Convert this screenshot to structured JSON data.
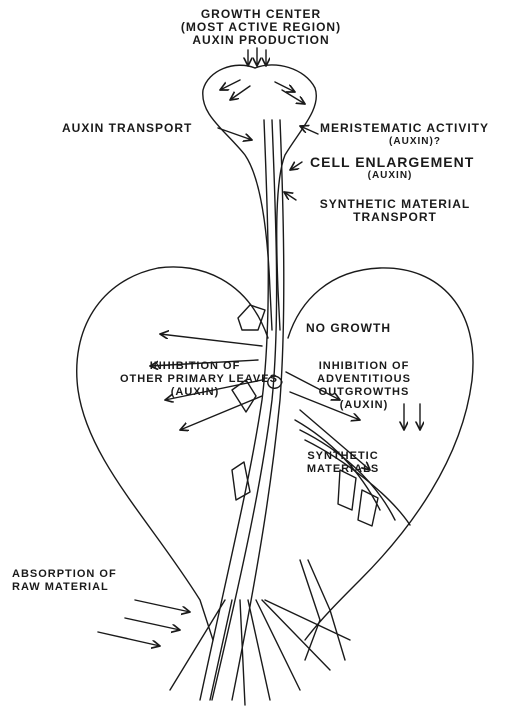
{
  "labels": {
    "growth_center": [
      "GROWTH CENTER",
      "(MOST ACTIVE REGION)",
      "AUXIN PRODUCTION"
    ],
    "auxin_transport": "AUXIN TRANSPORT",
    "meristematic": [
      "MERISTEMATIC ACTIVITY",
      "(AUXIN)?"
    ],
    "cell_enlargement": [
      "CELL ENLARGEMENT",
      "(AUXIN)"
    ],
    "synthetic_transport": [
      "SYNTHETIC MATERIAL",
      "TRANSPORT"
    ],
    "no_growth": "NO GROWTH",
    "inhibition_primary": [
      "INHIBITION OF",
      "OTHER PRIMARY LEAVES",
      "(AUXIN)"
    ],
    "inhibition_adventitious": [
      "INHIBITION OF",
      "ADVENTITIOUS",
      "OUTGROWTHS",
      "(AUXIN)"
    ],
    "synthetic_materials": [
      "SYNTHETIC",
      "MATERIALS"
    ],
    "absorption": [
      "ABSORPTION OF",
      "RAW MATERIAL"
    ]
  }
}
